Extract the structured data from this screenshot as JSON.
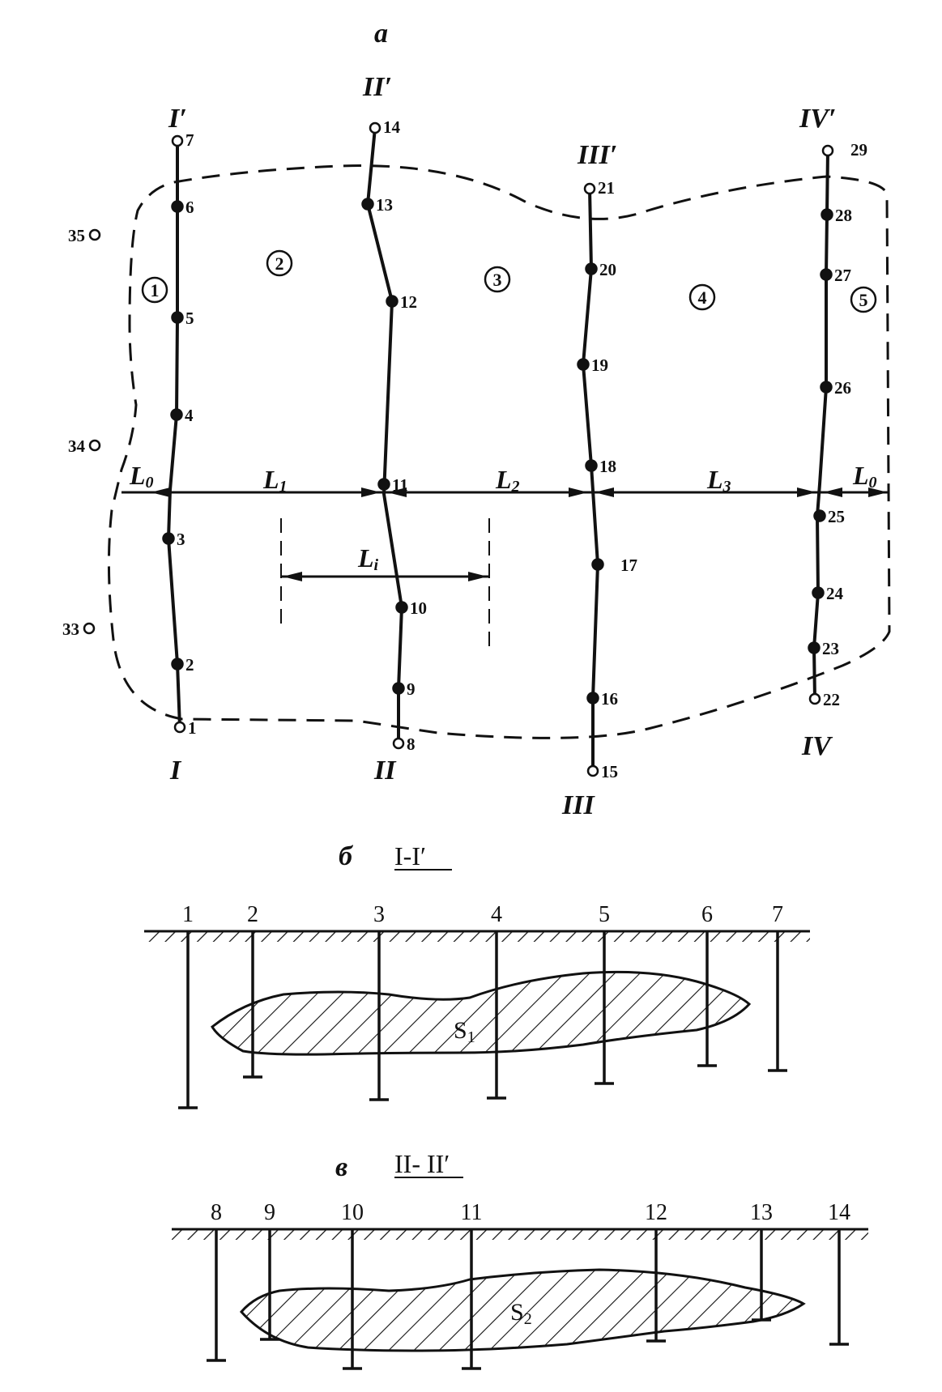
{
  "panels": {
    "plan": {
      "letter": "а"
    },
    "section1": {
      "letter": "б",
      "title": "I-I′",
      "area_label": "S",
      "area_sub": "1"
    },
    "section2": {
      "letter": "в",
      "title": "II- II′",
      "area_label": "S",
      "area_sub": "2"
    }
  },
  "profiles": [
    {
      "name": "I",
      "top": "I′"
    },
    {
      "name": "II",
      "top": "II′"
    },
    {
      "name": "III",
      "top": "III′"
    },
    {
      "name": "IV",
      "top": "IV′"
    }
  ],
  "blocks": [
    "1",
    "2",
    "3",
    "4",
    "5"
  ],
  "distances": {
    "L0": "L",
    "L0_sub": "0",
    "L1": "L",
    "L1_sub": "1",
    "L2": "L",
    "L2_sub": "2",
    "L3": "L",
    "L3_sub": "3",
    "Li": "L",
    "Li_sub": "i"
  },
  "points": [
    "1",
    "2",
    "3",
    "4",
    "5",
    "6",
    "7",
    "8",
    "9",
    "10",
    "11",
    "12",
    "13",
    "14",
    "15",
    "16",
    "17",
    "18",
    "19",
    "20",
    "21",
    "22",
    "23",
    "24",
    "25",
    "26",
    "27",
    "28",
    "29",
    "33",
    "34",
    "35"
  ],
  "section1_wells": [
    "1",
    "2",
    "3",
    "4",
    "5",
    "6",
    "7"
  ],
  "section2_wells": [
    "8",
    "9",
    "10",
    "11",
    "12",
    "13",
    "14"
  ]
}
